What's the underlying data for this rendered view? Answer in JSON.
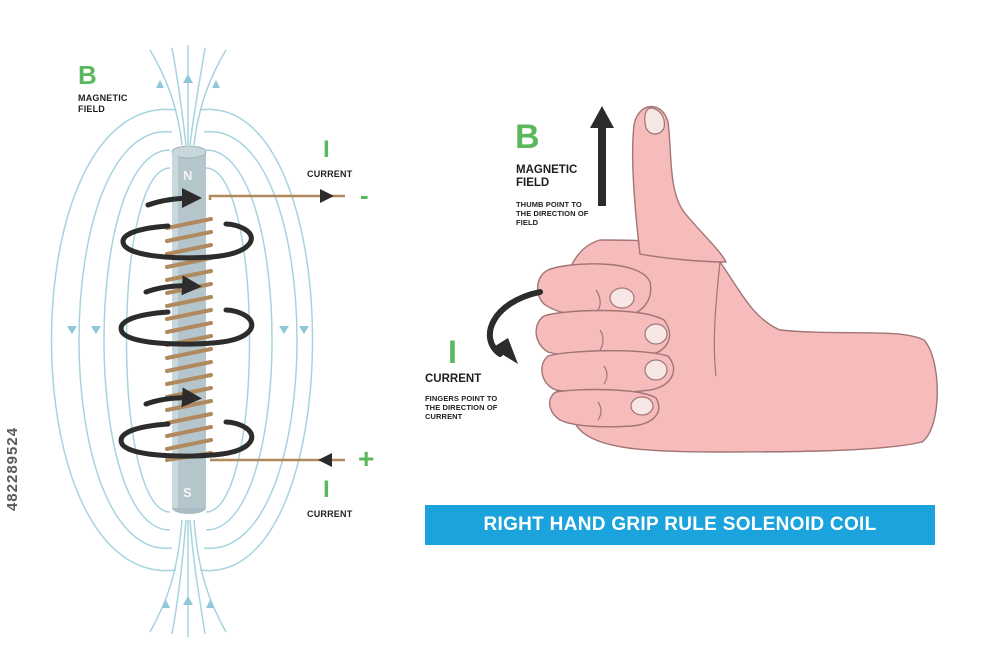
{
  "solenoid": {
    "b_letter": "B",
    "magnetic_field_label": "MAGNETIC\nFIELD",
    "north_pole": "N",
    "south_pole": "S",
    "current_top": {
      "letter": "I",
      "label": "CURRENT",
      "sign": "-"
    },
    "current_bottom": {
      "letter": "I",
      "label": "CURRENT",
      "sign": "+"
    }
  },
  "hand": {
    "b_letter": "B",
    "magnetic_field_label": "MAGNETIC\nFIELD",
    "thumb_note": "THUMB POINT TO\nTHE DIRECTION OF\nFIELD",
    "current_letter": "I",
    "current_label": "CURRENT",
    "fingers_note": "FINGERS POINT TO\nTHE DIRECTION OF\nCURRENT"
  },
  "title": "RIGHT HAND GRIP RULE SOLENOID COIL",
  "stock_id": "482289524",
  "colors": {
    "field_lines": "#a6d4e0",
    "core": "#b4c6cc",
    "wire": "#b08a5e",
    "arrows": "#2c2c2c",
    "accent_green": "#5cb85c",
    "banner": "#1aa3dc",
    "skin": "#f6bcbc",
    "skin_outline": "#a27474"
  }
}
